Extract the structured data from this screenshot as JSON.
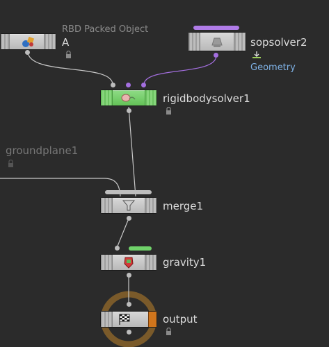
{
  "nodes": {
    "rbd": {
      "label": "A",
      "sublabel": "RBD Packed Object"
    },
    "sopsolver": {
      "label": "sopsolver2",
      "sublabel": "Geometry"
    },
    "rigidbodysolver": {
      "label": "rigidbodysolver1"
    },
    "groundplane": {
      "label": "groundplane1"
    },
    "merge": {
      "label": "merge1"
    },
    "gravity": {
      "label": "gravity1"
    },
    "output": {
      "label": "output"
    }
  },
  "colors": {
    "background": "#2b2b2b",
    "wire": "#c8c8c8",
    "purple_wire": "#a46fe0",
    "green_node": "#6fcb63",
    "purple_flag": "#b07ce8",
    "green_flag": "#70d26a",
    "output_ring": "#7a5a2a",
    "output_flag": "#d0751c"
  }
}
